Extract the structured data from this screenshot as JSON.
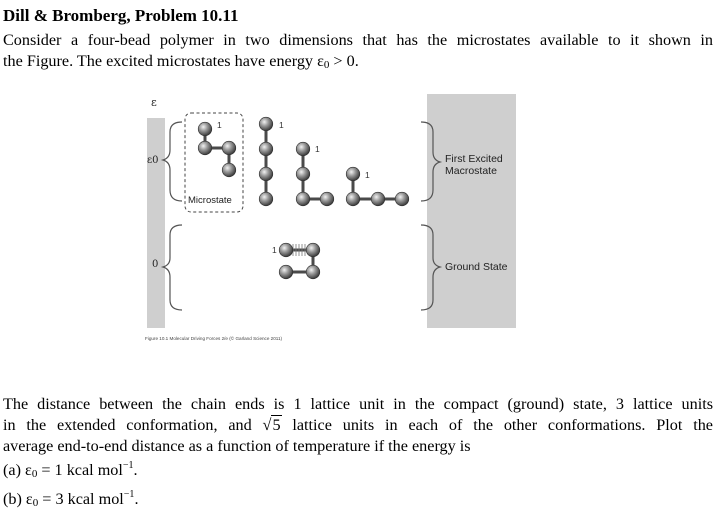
{
  "title": "Dill & Bromberg, Problem 10.11",
  "intro": {
    "line1": "Consider a four-bead polymer in two dimensions that has the microstates available to it shown in",
    "line2_a": "the Figure. The excited microstates have energy ",
    "line2_eps": "ε",
    "line2_sub": "0",
    "line2_b": " > 0."
  },
  "figure": {
    "axis_label": "ε",
    "level_excited": "ε0",
    "level_ground": "0",
    "microstate_label": "Microstate",
    "bead_label": "1",
    "excited_label_line1": "First Excited",
    "excited_label_line2": "Macrostate",
    "ground_label": "Ground State",
    "caption": "Figure 10.1  Molecular Driving Forces 2/e (© Garland Science 2011)"
  },
  "body": {
    "line1": "The distance between the chain ends is 1 lattice unit in the compact (ground) state, 3 lattice units",
    "line2_a": "in the extended conformation, and ",
    "line2_sqrt": "5",
    "line2_b": " lattice units in each of the other conformations. Plot the",
    "line3": "average end-to-end distance as a function of temperature if the energy is",
    "item_a_prefix": "(a) ",
    "item_a_value": " = 1 kcal mol",
    "item_b_prefix": "(b) ",
    "item_b_value": " = 3 kcal mol",
    "unit_exp": "−1",
    "period": "."
  }
}
